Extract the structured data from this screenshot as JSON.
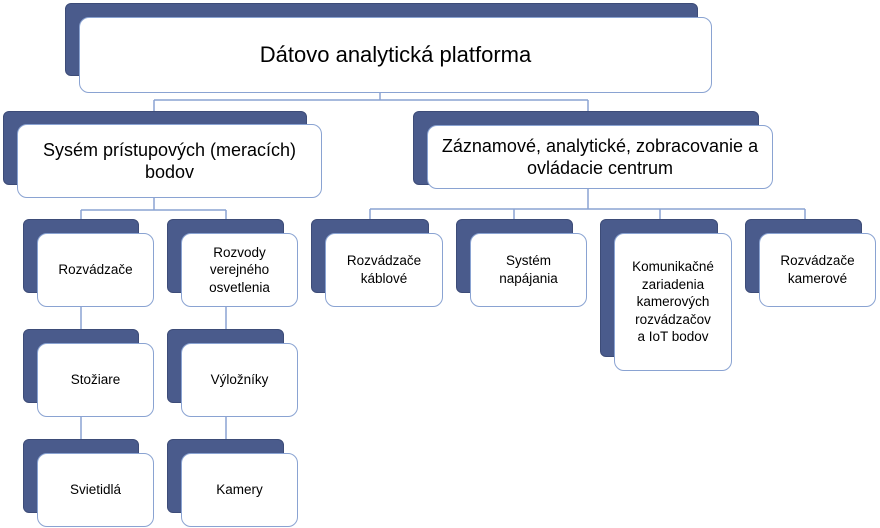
{
  "diagram": {
    "root": {
      "label": "Dátovo analytická platforma"
    },
    "left_branch": {
      "label": "Sysém prístupových (meracích)\nbodov",
      "col1": [
        "Rozvádzače",
        "Stožiare",
        "Svietidlá"
      ],
      "col2": [
        "Rozvody\nverejného\nosvetlenia",
        "Výložníky",
        "Kamery"
      ]
    },
    "right_branch": {
      "label": "Záznamové, analytické, zobracovanie a\novládacie centrum",
      "children": [
        "Rozvádzače\nkáblové",
        "Systém\nnapájania",
        "Komunikačné\nzariadenia\nkamerových\nrozvádzačov\na IoT bodov",
        "Rozvádzače\nkamerové"
      ]
    }
  },
  "colors": {
    "shadow": "#4a5b8c",
    "face_border": "#8aa3d2",
    "connector": "#8aa3d2",
    "face": "#ffffff"
  }
}
